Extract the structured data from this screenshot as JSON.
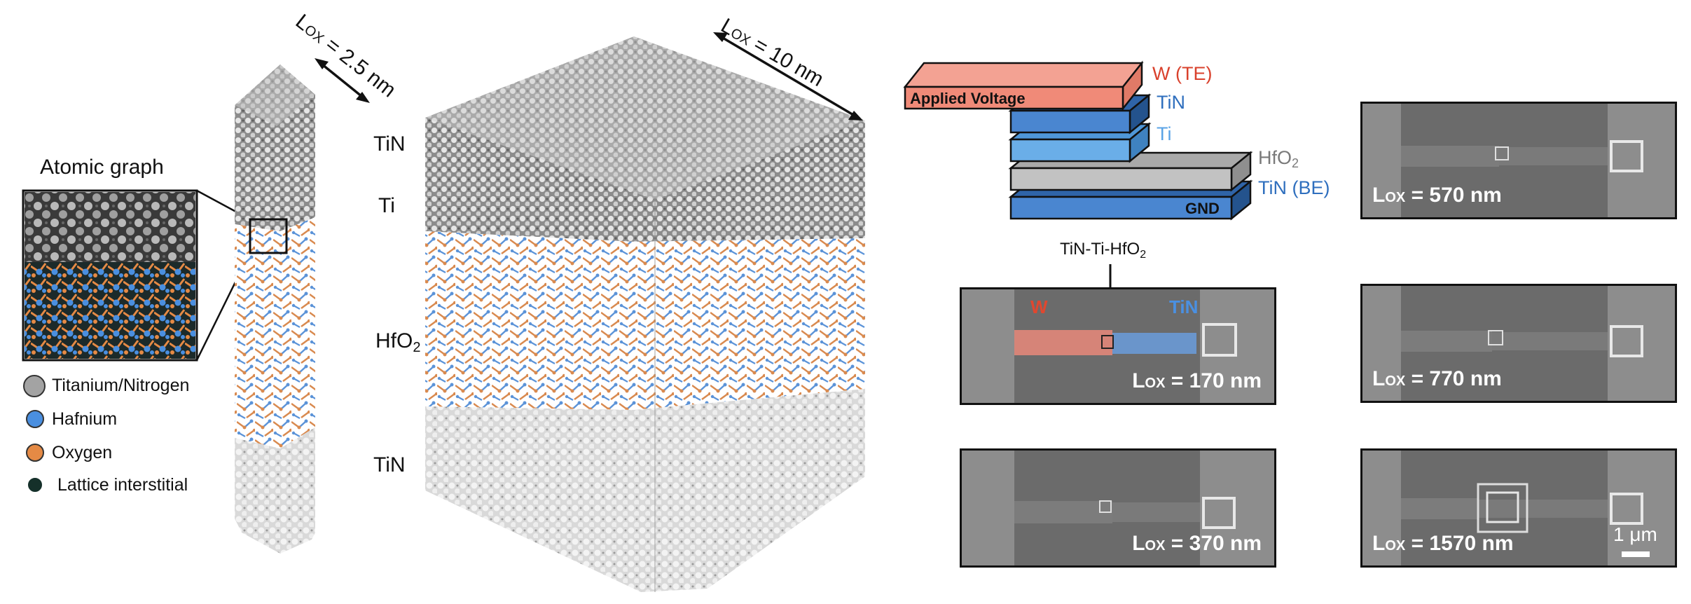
{
  "atomic_graph": {
    "title": "Atomic graph",
    "legend": [
      {
        "label": "Titanium/Nitrogen",
        "color": "#a3a3a3"
      },
      {
        "label": "Hafnium",
        "color": "#4a8fe0"
      },
      {
        "label": "Oxygen",
        "color": "#e58a45"
      },
      {
        "label": "Lattice interstitial",
        "color": "#15302a"
      }
    ]
  },
  "small_cell": {
    "length_label": "L",
    "length_sub": "OX",
    "length_value": " = 2.5 nm",
    "layers": [
      "TiN",
      "Ti",
      "HfO",
      "2",
      "TiN"
    ]
  },
  "large_cell": {
    "length_label": "L",
    "length_sub": "OX",
    "length_value": " = 10 nm"
  },
  "stack": {
    "applied_voltage": "Applied Voltage",
    "gnd": "GND",
    "labels": {
      "w_te": "W (TE)",
      "tin": "TiN",
      "ti": "Ti",
      "hfo": "HfO",
      "hfo_sub": "2",
      "tin_be": "TiN (BE)"
    },
    "colors": {
      "w": "#f08a78",
      "tin": "#4a86d0",
      "ti": "#6aaee8",
      "hfo": "#c2c2c2"
    },
    "pointer_label": "TiN-Ti-HfO",
    "pointer_sub": "2"
  },
  "sem_images": [
    {
      "L": "L",
      "sub": "OX",
      "value": " = 170 nm"
    },
    {
      "L": "L",
      "sub": "OX",
      "value": " = 370 nm"
    },
    {
      "L": "L",
      "sub": "OX",
      "value": " = 570 nm"
    },
    {
      "L": "L",
      "sub": "OX",
      "value": " = 770 nm"
    },
    {
      "L": "L",
      "sub": "OX",
      "value": " = 1570 nm"
    }
  ],
  "sem_overlay": {
    "w": "W",
    "tin": "TiN"
  },
  "scale_bar": "1 μm"
}
